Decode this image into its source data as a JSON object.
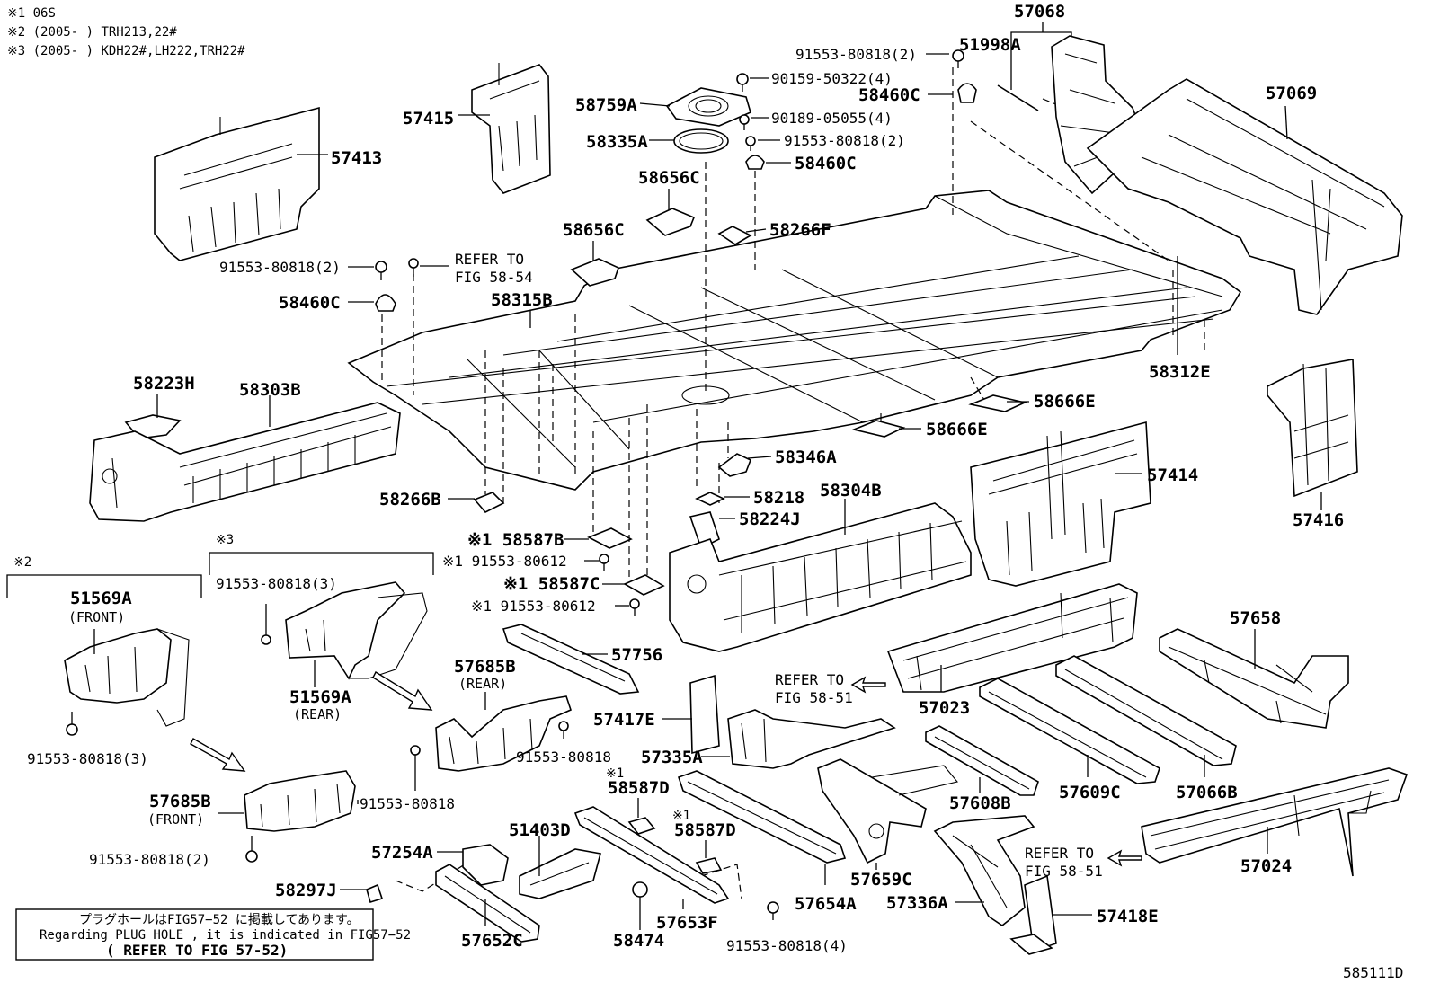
{
  "notes": {
    "n1": "※1  06S",
    "n2": "※2 (2005-     ) TRH213,22#",
    "n3": "※3 (2005-     ) KDH22#,LH222,TRH22#"
  },
  "labels": {
    "p57068": "57068",
    "p51998A": "51998A",
    "p57069": "57069",
    "p91553_80818_2a": "91553-80818(2)",
    "p90159": "90159-50322(4)",
    "p58460C_a": "58460C",
    "p58759A": "58759A",
    "p90189": "90189-05055(4)",
    "p58335A": "58335A",
    "p91553_80818_2b": "91553-80818(2)",
    "p58460C_b": "58460C",
    "p57415": "57415",
    "p57413": "57413",
    "p58656C_a": "58656C",
    "p58266F": "58266F",
    "p58656C_b": "58656C",
    "p91553_80818_2c": "91553-80818(2)",
    "refer1a": "REFER TO",
    "refer1b": "FIG 58-54",
    "p58460C_c": "58460C",
    "p58315B": "58315B",
    "p58312E": "58312E",
    "p58223H": "58223H",
    "p58303B": "58303B",
    "p58666E_a": "58666E",
    "p58666E_b": "58666E",
    "p58346A": "58346A",
    "p58304B": "58304B",
    "p58218": "58218",
    "p58224J": "58224J",
    "p57414": "57414",
    "p57416": "57416",
    "p58266B": "58266B",
    "p58587B": "※1 58587B",
    "p91553_80612_a": "※1 91553-80612",
    "p58587C": "※1 58587C",
    "p91553_80612_b": "※1 91553-80612",
    "p57756": "57756",
    "mark3": "※3",
    "mark2": "※2",
    "p91553_80818_3a": "91553-80818(3)",
    "p51569A_f": "51569A",
    "front1": "(FRONT)",
    "p51569A_r": "51569A",
    "rear1": "(REAR)",
    "p91553_80818_3b": "91553-80818(3)",
    "p57685B_r": "57685B",
    "rear2": "(REAR)",
    "p91553_80818_a": "91553-80818",
    "p91553_80818_b": "91553-80818",
    "p57685B_f": "57685B",
    "front2": "(FRONT)",
    "p91553_80818_2d": "91553-80818(2)",
    "refer2a": "REFER TO",
    "refer2b": "FIG 58-51",
    "p57023": "57023",
    "p57658": "57658",
    "p57417E": "57417E",
    "p57335A": "57335A",
    "mark1a": "※1",
    "p58587D_a": "58587D",
    "mark1b": "※1",
    "p58587D_b": "58587D",
    "p57608B": "57608B",
    "p57609C": "57609C",
    "p57066B": "57066B",
    "p51403D": "51403D",
    "p57254A": "57254A",
    "p58297J": "58297J",
    "p57652C": "57652C",
    "p58474": "58474",
    "p57653F": "57653F",
    "p91553_80818_4": "91553-80818(4)",
    "p57654A": "57654A",
    "p57659C": "57659C",
    "p57336A": "57336A",
    "p57418E": "57418E",
    "refer3a": "REFER TO",
    "refer3b": "FIG 58-51",
    "p57024": "57024",
    "fig_id": "585111D"
  },
  "plug_note": {
    "jp": "プラグホールはFIG57−52 に掲載してあります。",
    "en": "Regarding PLUG HOLE , it is indicated in FIG57−52",
    "ref": "( REFER TO FIG 57-52)"
  }
}
